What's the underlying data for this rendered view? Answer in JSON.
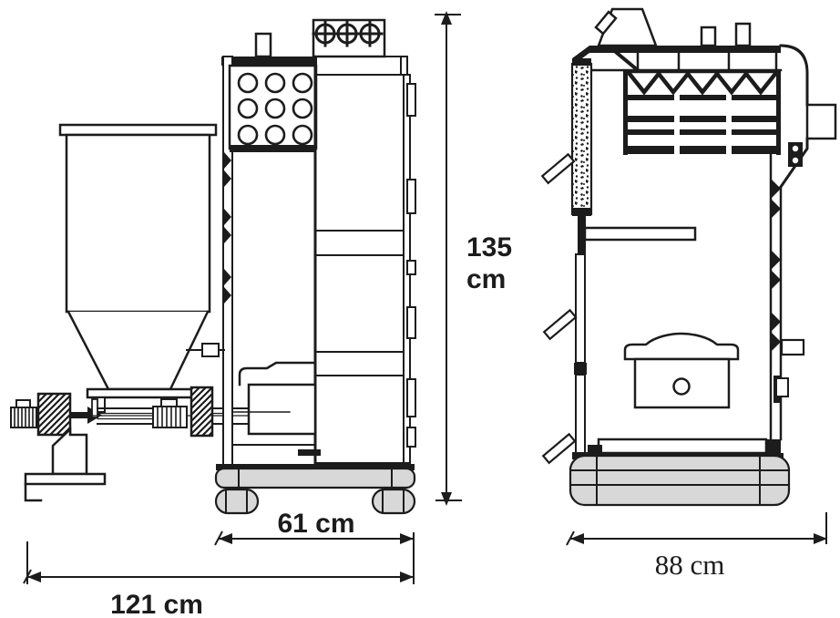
{
  "drawing": {
    "background": "#ffffff",
    "line_color": "#1c1c1c",
    "base_fill": "#d8d8d8"
  },
  "dimensions": {
    "height_value": "135",
    "height_unit": "cm",
    "boiler_width_label": "61 cm",
    "overall_width_label": "121 cm",
    "depth_label": "88 cm"
  }
}
